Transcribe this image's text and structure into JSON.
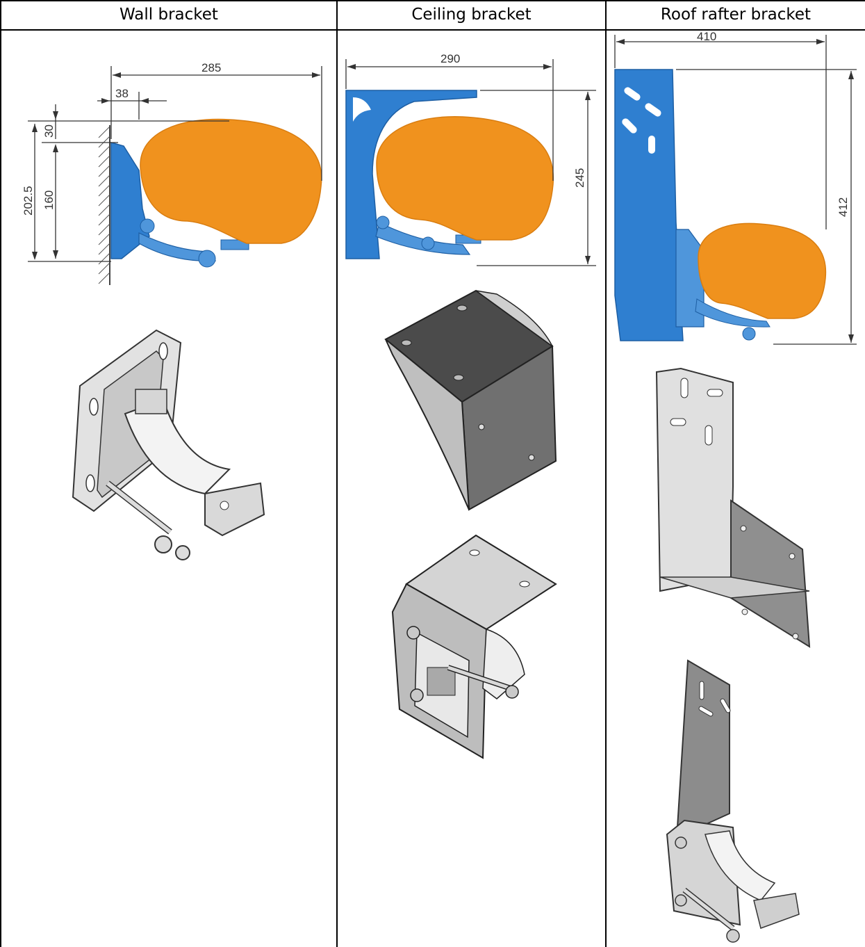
{
  "table": {
    "columns": [
      {
        "title": "Wall bracket"
      },
      {
        "title": "Ceiling bracket"
      },
      {
        "title": "Roof rafter bracket"
      }
    ]
  },
  "wall": {
    "dims": {
      "width": "285",
      "offset": "38",
      "top": "30",
      "height": "160",
      "total": "202.5"
    }
  },
  "ceiling": {
    "dims": {
      "width": "290",
      "height": "245"
    }
  },
  "roof": {
    "dims": {
      "width": "410",
      "height": "412"
    }
  },
  "colors": {
    "bracket_blue": "#2f7fd0",
    "head_orange": "#f0921e",
    "metal_light": "#d9d9d9",
    "metal_dark": "#5a5a5a"
  }
}
